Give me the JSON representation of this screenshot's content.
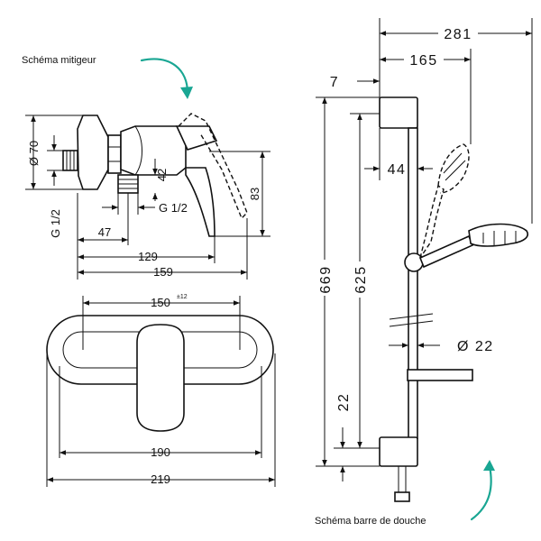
{
  "labels": {
    "mixer_schema": "Schéma mitigeur",
    "shower_bar_schema": "Schéma barre de douche"
  },
  "mixer_dimensions": {
    "diameter_70": "Ø 70",
    "thread_left": "G 1/2",
    "thread_mid": "G 1/2",
    "height_42": "42",
    "height_83": "83",
    "len_47": "47",
    "len_129": "129",
    "len_159": "159",
    "spacing_150": "150",
    "spacing_tolerance": "±12",
    "len_190": "190",
    "len_219": "219"
  },
  "bar_dimensions": {
    "width_281": "281",
    "width_165": "165",
    "offset_7": "7",
    "offset_44": "44",
    "height_669": "669",
    "height_625": "625",
    "diameter_22": "Ø 22",
    "bottom_22": "22"
  },
  "colors": {
    "line": "#111111",
    "accent_arrow": "#19a693"
  }
}
